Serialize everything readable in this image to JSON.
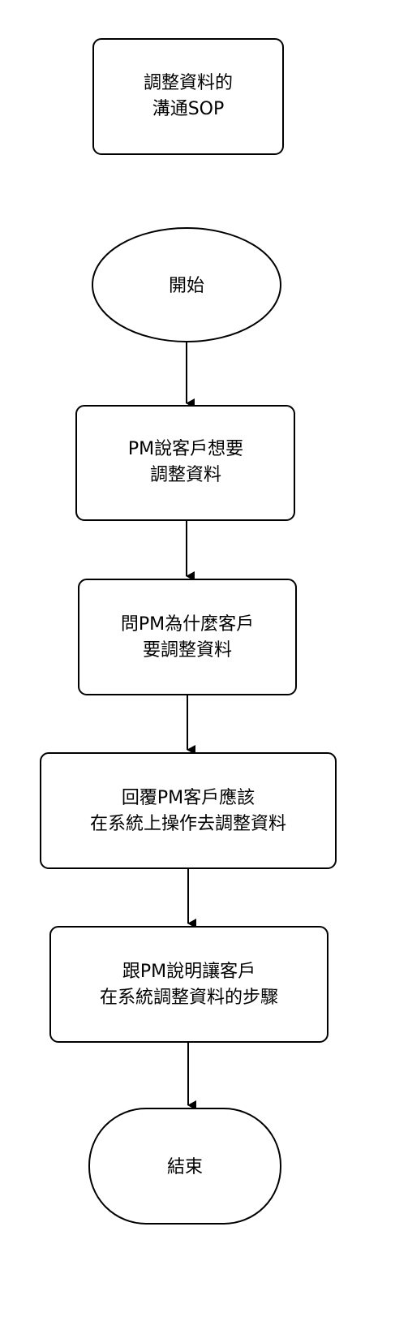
{
  "diagram": {
    "title_box": {
      "line1": "調整資料的",
      "line2": "溝通SOP"
    },
    "nodes": [
      {
        "id": "start",
        "shape": "ellipse",
        "lines": [
          "開始"
        ]
      },
      {
        "id": "step1",
        "shape": "rounded-rect",
        "lines": [
          "PM說客戶想要",
          "調整資料"
        ]
      },
      {
        "id": "step2",
        "shape": "rounded-rect",
        "lines": [
          "問PM為什麼客戶",
          "要調整資料"
        ]
      },
      {
        "id": "step3",
        "shape": "rounded-rect",
        "lines": [
          "回覆PM客戶應該",
          "在系統上操作去調整資料"
        ]
      },
      {
        "id": "step4",
        "shape": "rounded-rect",
        "lines": [
          "跟PM說明讓客戶",
          "在系統調整資料的步驟"
        ]
      },
      {
        "id": "end",
        "shape": "terminator",
        "lines": [
          "結束"
        ]
      }
    ],
    "edges": [
      {
        "from": "start",
        "to": "step1"
      },
      {
        "from": "step1",
        "to": "step2"
      },
      {
        "from": "step2",
        "to": "step3"
      },
      {
        "from": "step3",
        "to": "step4"
      },
      {
        "from": "step4",
        "to": "end"
      }
    ],
    "colors": {
      "stroke": "#000000",
      "fill": "#ffffff",
      "text": "#000000"
    }
  }
}
